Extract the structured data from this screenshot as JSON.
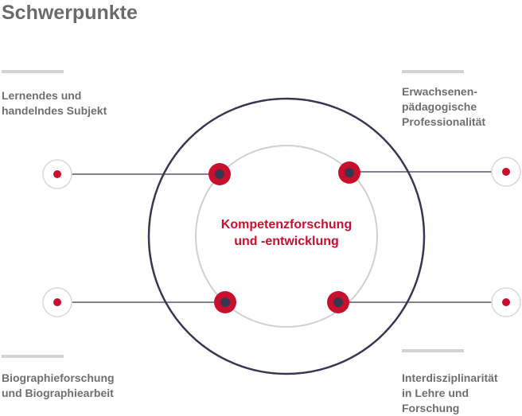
{
  "page_title": "Schwerpunkte",
  "center": {
    "line1": "Kompetenzforschung",
    "line2": "und -entwicklung"
  },
  "topics": {
    "top_left": "Lernendes und\nhandelndes Subjekt",
    "top_right": "Erwachsenen-\npädagogische\nProfessionalität",
    "bottom_left": "Biographieforschung\nund Biographiearbeit",
    "bottom_right": "Interdisziplinarität\nin Lehre und\nForschung"
  },
  "colors": {
    "accent": "#c8102e",
    "outer_ring": "#3a3550",
    "inner_ring": "#d0d0d0",
    "connector": "#3a3550",
    "text_gray": "#6f6f6f",
    "bar_gray": "#d4d4d4"
  }
}
